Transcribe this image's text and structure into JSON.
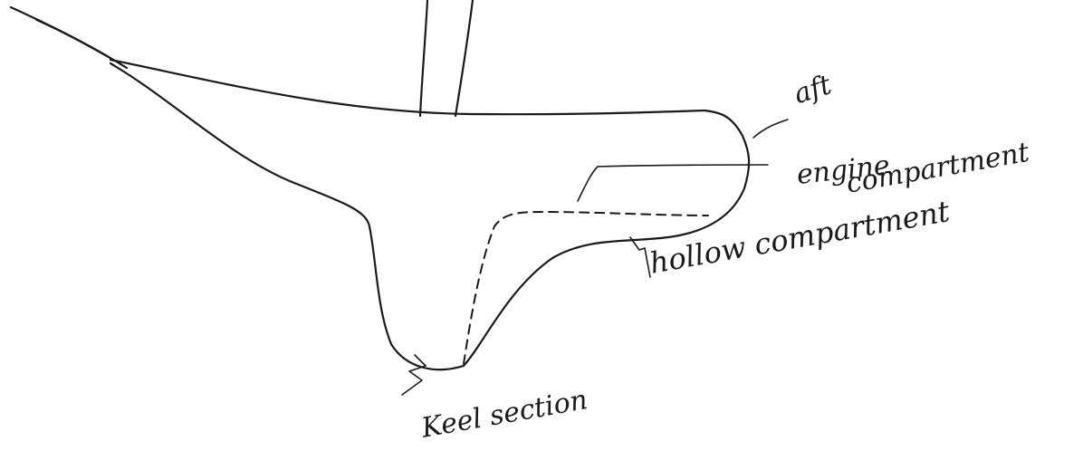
{
  "annotations": {
    "aft": "aft",
    "engine_line1": "engine",
    "engine_line2": "compartment",
    "hollow": "hollow compartment",
    "keel": "Keel section"
  },
  "style": {
    "ink_color": "#1a1a1a",
    "background": "#ffffff"
  }
}
